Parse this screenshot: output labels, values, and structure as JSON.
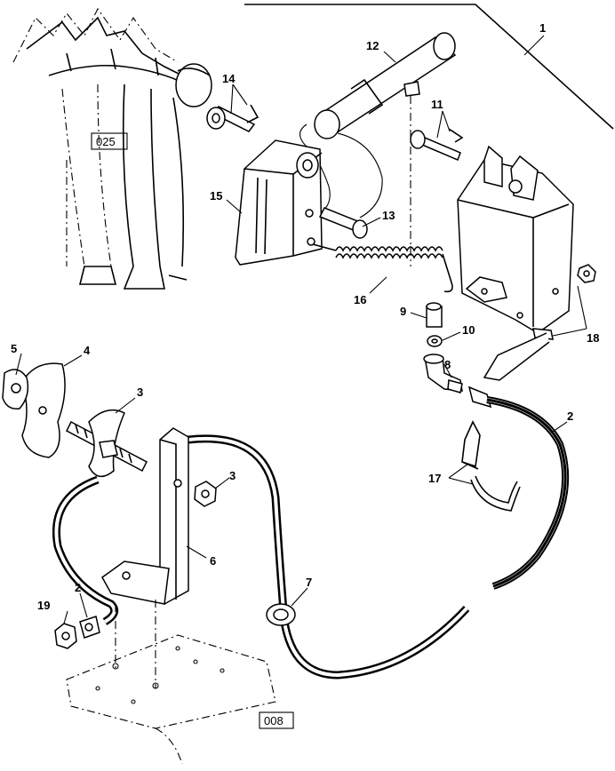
{
  "callouts": [
    {
      "id": "c1",
      "text": "1"
    },
    {
      "id": "c2a",
      "text": "2"
    },
    {
      "id": "c2b",
      "text": "2"
    },
    {
      "id": "c3a",
      "text": "3"
    },
    {
      "id": "c3b",
      "text": "3"
    },
    {
      "id": "c4",
      "text": "4"
    },
    {
      "id": "c5",
      "text": "5"
    },
    {
      "id": "c6",
      "text": "6"
    },
    {
      "id": "c7",
      "text": "7"
    },
    {
      "id": "c8",
      "text": "8"
    },
    {
      "id": "c9",
      "text": "9"
    },
    {
      "id": "c10",
      "text": "10"
    },
    {
      "id": "c11",
      "text": "11"
    },
    {
      "id": "c12",
      "text": "12"
    },
    {
      "id": "c13",
      "text": "13"
    },
    {
      "id": "c14",
      "text": "14"
    },
    {
      "id": "c15",
      "text": "15"
    },
    {
      "id": "c16",
      "text": "16"
    },
    {
      "id": "c17",
      "text": "17"
    },
    {
      "id": "c18",
      "text": "18"
    },
    {
      "id": "c19",
      "text": "19"
    }
  ],
  "references": {
    "top_left": "025",
    "bottom": "008"
  },
  "colors": {
    "line": "#000000",
    "background": "#ffffff",
    "hose": "#111111"
  }
}
